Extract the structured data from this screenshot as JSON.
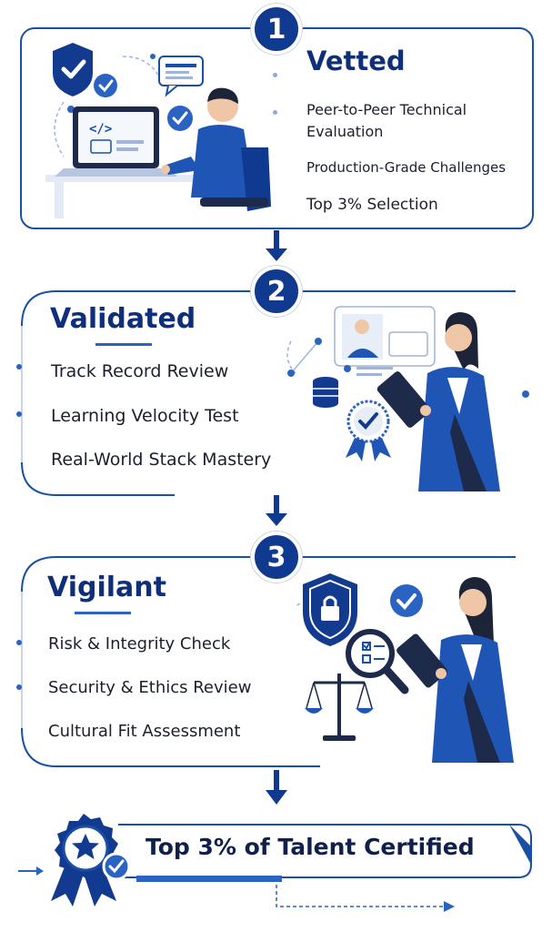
{
  "colors": {
    "primary": "#103a8f",
    "accent": "#2a63c2",
    "light": "#dbe6f7"
  },
  "steps": [
    {
      "number": "1",
      "title": "Vetted",
      "items": [
        "Peer-to-Peer Technical",
        "Evaluation",
        "Production-Grade Challenges",
        "Top 3% Selection"
      ],
      "icon": "developer-laptop-illustration"
    },
    {
      "number": "2",
      "title": "Validated",
      "items": [
        "Track Record Review",
        "Learning Velocity Test",
        "Real-World Stack Mastery"
      ],
      "icon": "reviewer-tablet-illustration"
    },
    {
      "number": "3",
      "title": "Vigilant",
      "items": [
        "Risk & Integrity Check",
        "Security & Ethics Review",
        "Cultural Fit Assessment"
      ],
      "icon": "security-review-illustration"
    }
  ],
  "final": {
    "label": "Top 3% of Talent Certified",
    "icon": "award-ribbon-icon"
  }
}
